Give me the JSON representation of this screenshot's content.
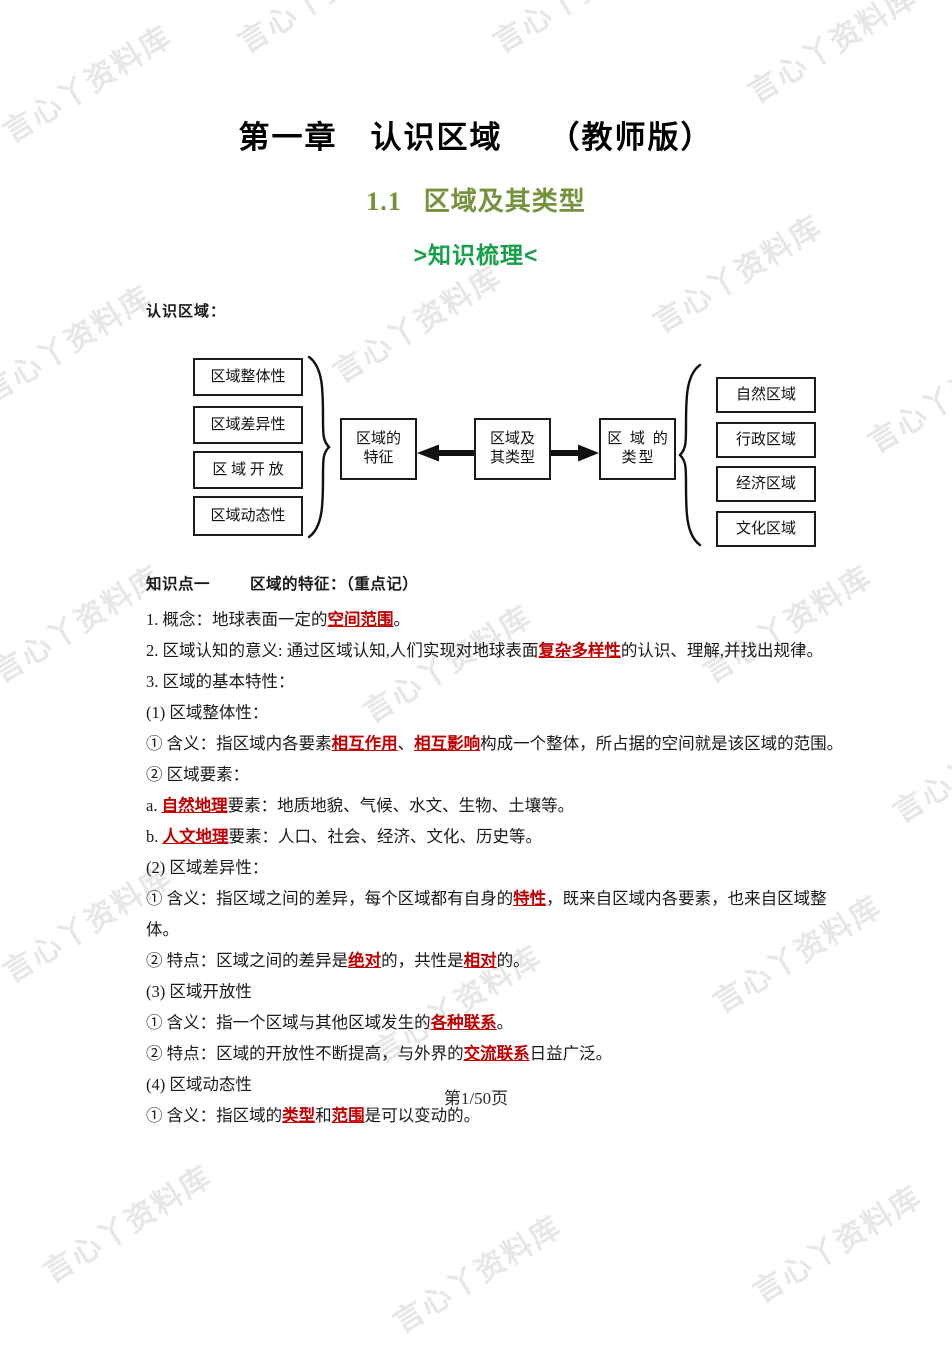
{
  "document": {
    "chapter_title": "第一章　认识区域",
    "chapter_edition": "（教师版）",
    "section_number": "1.1",
    "section_title": "区域及其类型",
    "part_title": ">知识梳理<",
    "lead_label": "认识区域：",
    "watermark_text": "言心丫资料库",
    "footer": "第1/50页"
  },
  "diagram": {
    "left_boxes": [
      "区域整体性",
      "区域差异性",
      "区 域 开 放",
      "区域动态性"
    ],
    "center_left": "区域的\n特征",
    "center_left_line1": "区域的",
    "center_left_line2": "特征",
    "center_mid_line1": "区域及",
    "center_mid_line2": "其类型",
    "center_right_line1": "区 域 的",
    "center_right_line2": "类型",
    "right_boxes": [
      "自然区域",
      "行政区域",
      "经济区域",
      "文化区域"
    ]
  },
  "knowledge_point": {
    "label": "知识点一",
    "title": "区域的特征：（重点记）"
  },
  "lines": {
    "l1_a": "1. 概念：地球表面一定的",
    "l1_hl": "空间范围",
    "l1_b": "。",
    "l2_a": "2. 区域认知的意义: 通过区域认知,人们实现对地球表面",
    "l2_hl": "复杂多样性",
    "l2_b": "的认识、理解,并找出规律。",
    "l3": "3. 区域的基本特性：",
    "l4": "(1) 区域整体性：",
    "l5_a": "① 含义：指区域内各要素",
    "l5_hl1": "相互作用",
    "l5_mid": "、",
    "l5_hl2": "相互影响",
    "l5_b": "构成一个整体，所占据的空间就是该区域的范围。",
    "l6": "② 区域要素：",
    "l7_a": "a. ",
    "l7_hl": "自然地理",
    "l7_b": "要素：地质地貌、气候、水文、生物、土壤等。",
    "l8_a": "b. ",
    "l8_hl": "人文地理",
    "l8_b": "要素：人口、社会、经济、文化、历史等。",
    "l9": "(2) 区域差异性：",
    "l10_a": "① 含义：指区域之间的差异，每个区域都有自身的",
    "l10_hl": "特性",
    "l10_b": "，既来自区域内各要素，也来自区域整体。",
    "l11_a": "② 特点：区域之间的差异是",
    "l11_hl1": "绝对",
    "l11_mid": "的，共性是",
    "l11_hl2": "相对",
    "l11_b": "的。",
    "l12": "(3) 区域开放性",
    "l13_a": "① 含义：指一个区域与其他区域发生的",
    "l13_hl": "各种联系",
    "l13_b": "。",
    "l14_a": "② 特点：区域的开放性不断提高，与外界的",
    "l14_hl": "交流联系",
    "l14_b": "日益广泛。",
    "l15": "(4) 区域动态性",
    "l16_a": "① 含义：指区域的",
    "l16_hl1": "类型",
    "l16_mid": "和",
    "l16_hl2": "范围",
    "l16_b": "是可以变动的。"
  },
  "colors": {
    "section_green": "#76923c",
    "part_green": "#18a049",
    "highlight_red": "#c00000",
    "watermark_gray": "#e9e6e6"
  }
}
